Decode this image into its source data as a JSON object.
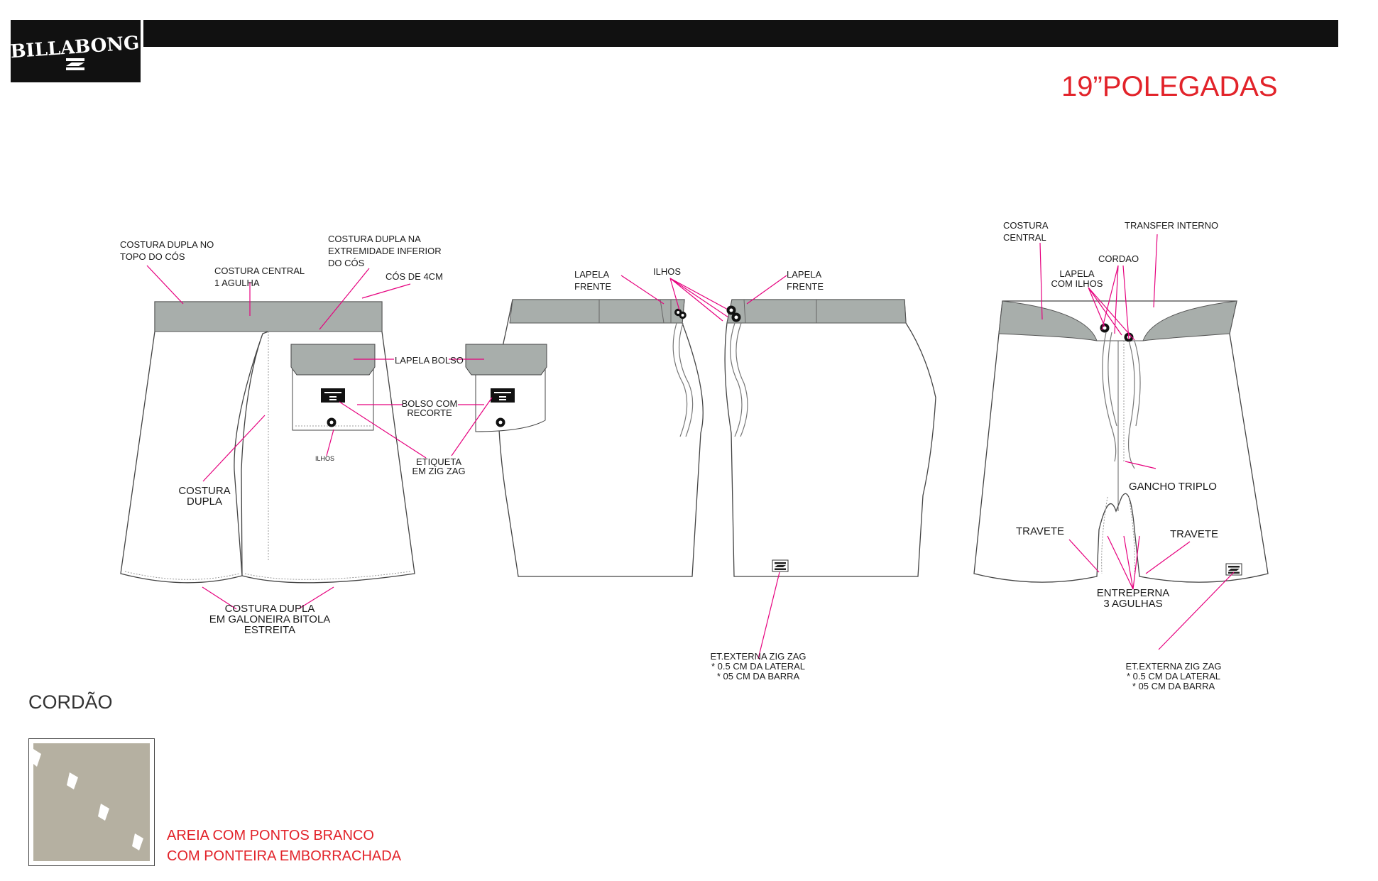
{
  "brand": {
    "logo": "billabong-logo",
    "wordmark": "BILLABONG"
  },
  "title": "19”POLEGADAS",
  "colors": {
    "callout": "#e6007e",
    "waistband": "#a8aeab",
    "accent_red": "#e2232a",
    "swatch_fill": "#b5b0a1"
  },
  "labels": {
    "costura_dupla_topo": [
      "COSTURA DUPLA NO",
      "TOPO DO CÓS"
    ],
    "costura_central_agulha": [
      "COSTURA CENTRAL",
      "1 AGULHA"
    ],
    "costura_dupla_extremidade": [
      "COSTURA DUPLA NA",
      "EXTREMIDADE INFERIOR",
      "DO CÓS"
    ],
    "cos_4cm": "CÓS DE 4CM",
    "lapela_bolso": "LAPELA BOLSO",
    "bolso_recorte": [
      "BOLSO COM",
      "RECORTE"
    ],
    "ilhos_small": "ILHOS",
    "etiqueta_zigzag": [
      "ETIQUETA",
      "EM ZIG ZAG"
    ],
    "costura_dupla": [
      "COSTURA",
      "DUPLA"
    ],
    "costura_dupla_galoneira": [
      "COSTURA DUPLA",
      "EM GALONEIRA BITOLA",
      "ESTREITA"
    ],
    "lapela_frente_left": [
      "LAPELA",
      "FRENTE"
    ],
    "ilhos": "ILHOS",
    "lapela_frente_right": [
      "LAPELA",
      "FRENTE"
    ],
    "et_externa_side": [
      "ET.EXTERNA ZIG ZAG",
      "* 0.5 CM DA LATERAL",
      "* 05 CM DA BARRA"
    ],
    "costura_central": [
      "COSTURA",
      "CENTRAL"
    ],
    "transfer_interno": "TRANSFER INTERNO",
    "cordao_label": "CORDAO",
    "lapela_ilhos": [
      "LAPELA",
      "COM ILHOS"
    ],
    "gancho_triplo": "GANCHO TRIPLO",
    "travete_left": "TRAVETE",
    "travete_right": "TRAVETE",
    "entreperna": [
      "ENTREPERNA",
      "3 AGULHAS"
    ],
    "et_externa_front": [
      "ET.EXTERNA ZIG ZAG",
      "* 0.5 CM DA LATERAL",
      "* 05 CM DA BARRA"
    ]
  },
  "cordao": {
    "title": "CORDÃO",
    "caption": [
      "AREIA COM PONTOS BRANCO",
      "COM PONTEIRA EMBORRACHADA"
    ]
  }
}
